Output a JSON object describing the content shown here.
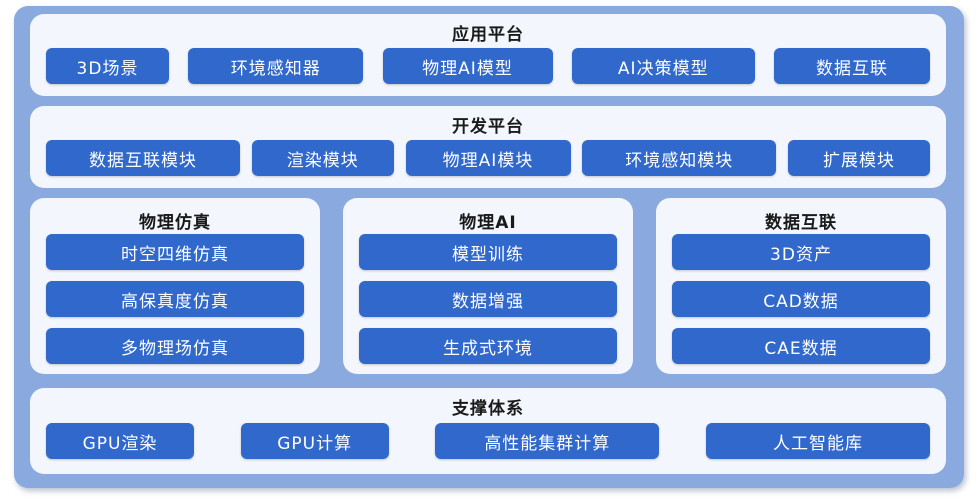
{
  "app_platform": {
    "title": "应用平台",
    "items": [
      "3D场景",
      "环境感知器",
      "物理AI模型",
      "AI决策模型",
      "数据互联"
    ]
  },
  "dev_platform": {
    "title": "开发平台",
    "items": [
      "数据互联模块",
      "渲染模块",
      "物理AI模块",
      "环境感知模块",
      "扩展模块"
    ]
  },
  "physics_sim": {
    "title": "物理仿真",
    "items": [
      "时空四维仿真",
      "高保真度仿真",
      "多物理场仿真"
    ]
  },
  "physical_ai": {
    "title": "物理AI",
    "items": [
      "模型训练",
      "数据增强",
      "生成式环境"
    ]
  },
  "data_link": {
    "title": "数据互联",
    "items": [
      "3D资产",
      "CAD数据",
      "CAE数据"
    ]
  },
  "support": {
    "title": "支撑体系",
    "items": [
      "GPU渲染",
      "GPU计算",
      "高性能集群计算",
      "人工智能库"
    ]
  }
}
